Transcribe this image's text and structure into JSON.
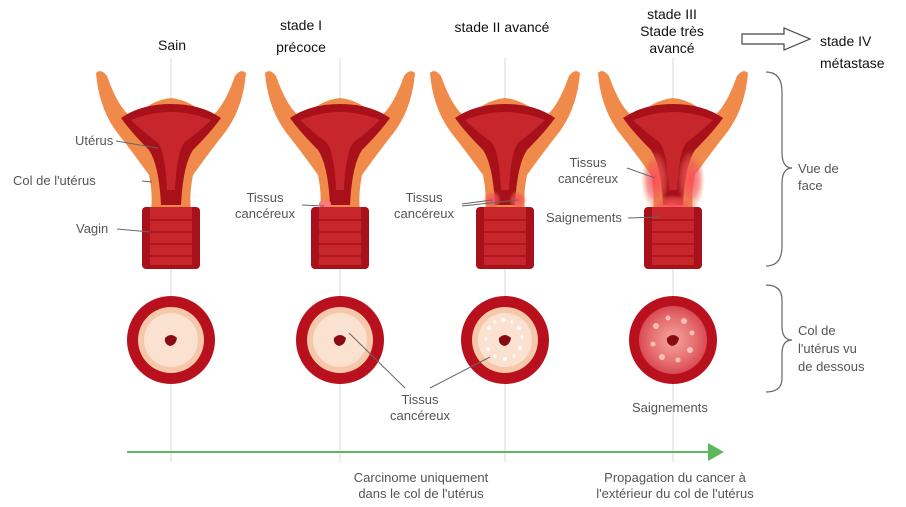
{
  "stages": [
    {
      "id": "healthy",
      "title": [
        "Sain"
      ]
    },
    {
      "id": "stage1",
      "title": [
        "stade I",
        "précoce"
      ]
    },
    {
      "id": "stage2",
      "title": [
        "stade II avancé"
      ]
    },
    {
      "id": "stage3",
      "title": [
        "stade III",
        "Stade très",
        "avancé"
      ]
    },
    {
      "id": "stage4",
      "title": [
        "stade IV",
        "métastase"
      ]
    }
  ],
  "anatomy_labels": {
    "uterus": "Utérus",
    "cervix": "Col de l'utérus",
    "vagina": "Vagin"
  },
  "annotations": {
    "stage1_tissue": [
      "Tissus",
      "cancéreux"
    ],
    "stage2_tissue": [
      "Tissus",
      "cancéreux"
    ],
    "stage3_tissue": [
      "Tissus",
      "cancéreux"
    ],
    "stage3_bleeding": "Saignements",
    "bottom_tissue": [
      "Tissus",
      "cancéreux"
    ],
    "bottom_bleeding": "Saignements"
  },
  "side_labels": {
    "front_view": [
      "Vue de",
      "face"
    ],
    "bottom_view": [
      "Col de",
      "l'utérus vu",
      "de dessous"
    ]
  },
  "timeline": {
    "left_caption": [
      "Carcinome uniquement",
      "dans le col de l'utérus"
    ],
    "right_caption": [
      "Propagation du cancer à",
      "l'extérieur du col de l'utérus"
    ]
  },
  "colors": {
    "dark_red": "#a8101a",
    "mid_red": "#c8262d",
    "orange": "#f08a4b",
    "light_orange": "#f8b07a",
    "peach": "#f6c7a8",
    "arrow_green": "#5cb85c"
  }
}
